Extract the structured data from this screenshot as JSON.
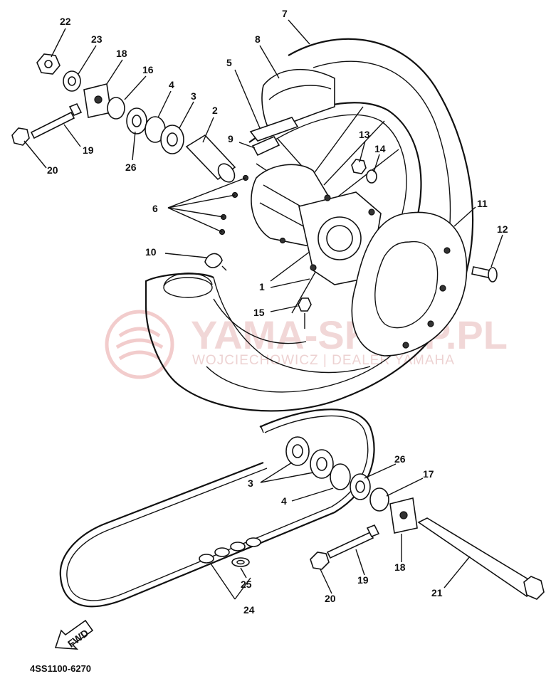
{
  "diagram": {
    "code": "4SS1100-6270",
    "fwd_label": "FWD",
    "watermark": {
      "title": "YAMA-SKLEP.PL",
      "subtitle": "WOJCIECHOWICZ | DEALER YAMAHA"
    },
    "callouts": [
      {
        "id": "c22",
        "text": "22"
      },
      {
        "id": "c23",
        "text": "23"
      },
      {
        "id": "c18a",
        "text": "18"
      },
      {
        "id": "c16",
        "text": "16"
      },
      {
        "id": "c4a",
        "text": "4"
      },
      {
        "id": "c3a",
        "text": "3"
      },
      {
        "id": "c2",
        "text": "2"
      },
      {
        "id": "c7",
        "text": "7"
      },
      {
        "id": "c8",
        "text": "8"
      },
      {
        "id": "c5",
        "text": "5"
      },
      {
        "id": "c9",
        "text": "9"
      },
      {
        "id": "c19a",
        "text": "19"
      },
      {
        "id": "c20a",
        "text": "20"
      },
      {
        "id": "c26a",
        "text": "26"
      },
      {
        "id": "c13",
        "text": "13"
      },
      {
        "id": "c14",
        "text": "14"
      },
      {
        "id": "c6",
        "text": "6"
      },
      {
        "id": "c11",
        "text": "11"
      },
      {
        "id": "c12",
        "text": "12"
      },
      {
        "id": "c10",
        "text": "10"
      },
      {
        "id": "c1",
        "text": "1"
      },
      {
        "id": "c15",
        "text": "15"
      },
      {
        "id": "c3b",
        "text": "3"
      },
      {
        "id": "c26b",
        "text": "26"
      },
      {
        "id": "c17",
        "text": "17"
      },
      {
        "id": "c4b",
        "text": "4"
      },
      {
        "id": "c19b",
        "text": "19"
      },
      {
        "id": "c18b",
        "text": "18"
      },
      {
        "id": "c20b",
        "text": "20"
      },
      {
        "id": "c21",
        "text": "21"
      },
      {
        "id": "c25",
        "text": "25"
      },
      {
        "id": "c24",
        "text": "24"
      }
    ]
  }
}
